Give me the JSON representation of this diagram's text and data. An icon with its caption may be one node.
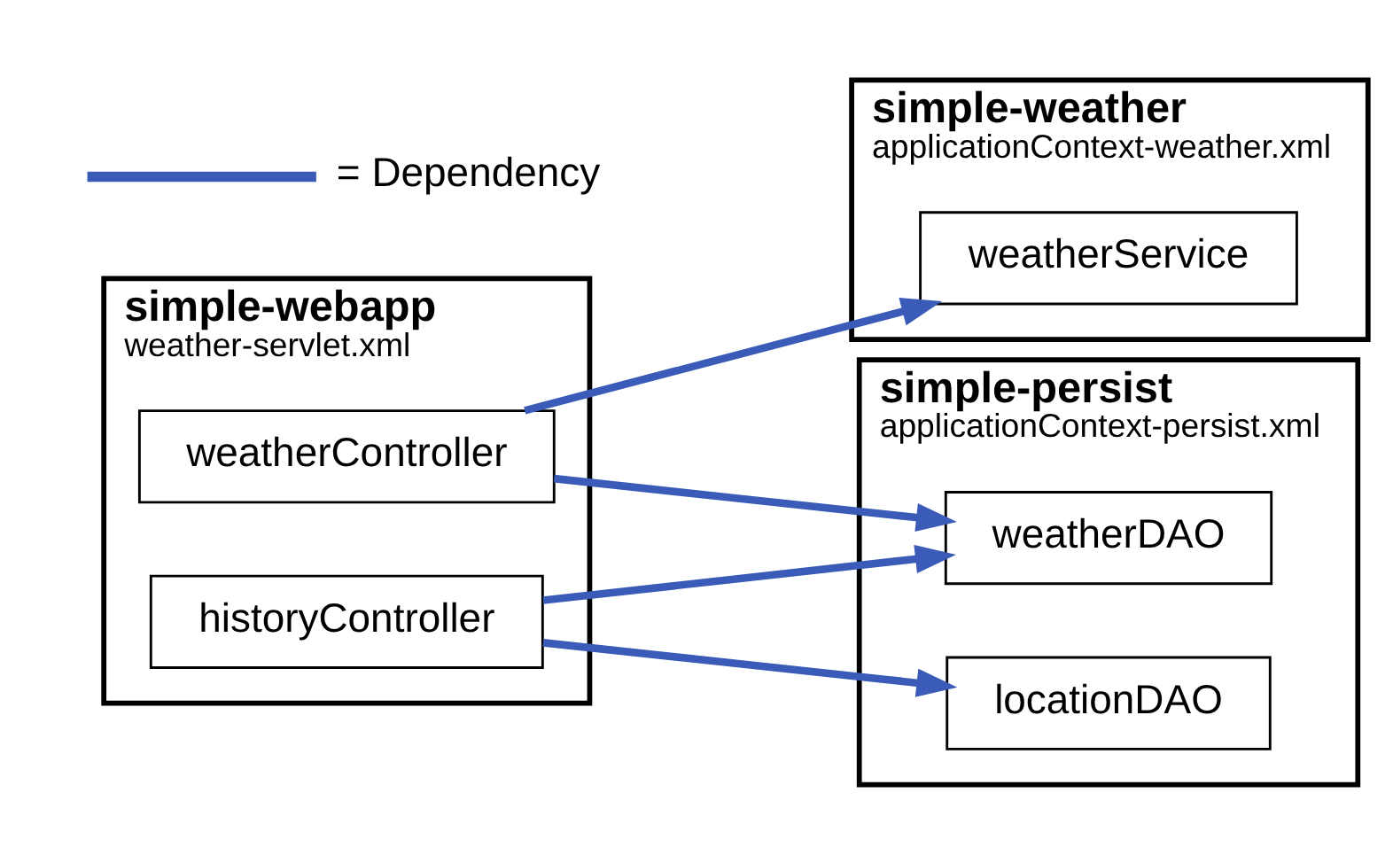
{
  "diagram": {
    "nodes": [
      {
        "text": [
          "simple-webapp",
          "weather-servlet.xml"
        ]
      },
      {
        "text": [
          "weatherController"
        ],
        "in": 0
      },
      {
        "text": [
          "historyController"
        ],
        "in": 0
      },
      {
        "text": [
          "simple-weather",
          "applicationContext-weather.xml"
        ]
      },
      {
        "text": [
          "weatherService"
        ],
        "in": 3
      },
      {
        "text": [
          "simple-persist",
          "applicationContext-persist.xml"
        ]
      },
      {
        "text": [
          "weatherDAO"
        ],
        "in": 5
      },
      {
        "text": [
          "locationDAO"
        ],
        "in": 5
      }
    ],
    "edges": [
      {
        "from": 1,
        "to": 4,
        "arrow": "to"
      },
      {
        "from": 1,
        "to": 6,
        "arrow": "to"
      },
      {
        "from": 2,
        "to": 6,
        "arrow": "to"
      },
      {
        "from": 2,
        "to": 7,
        "arrow": "to"
      }
    ],
    "legend": [
      {
        "text": "= Dependency"
      }
    ]
  }
}
